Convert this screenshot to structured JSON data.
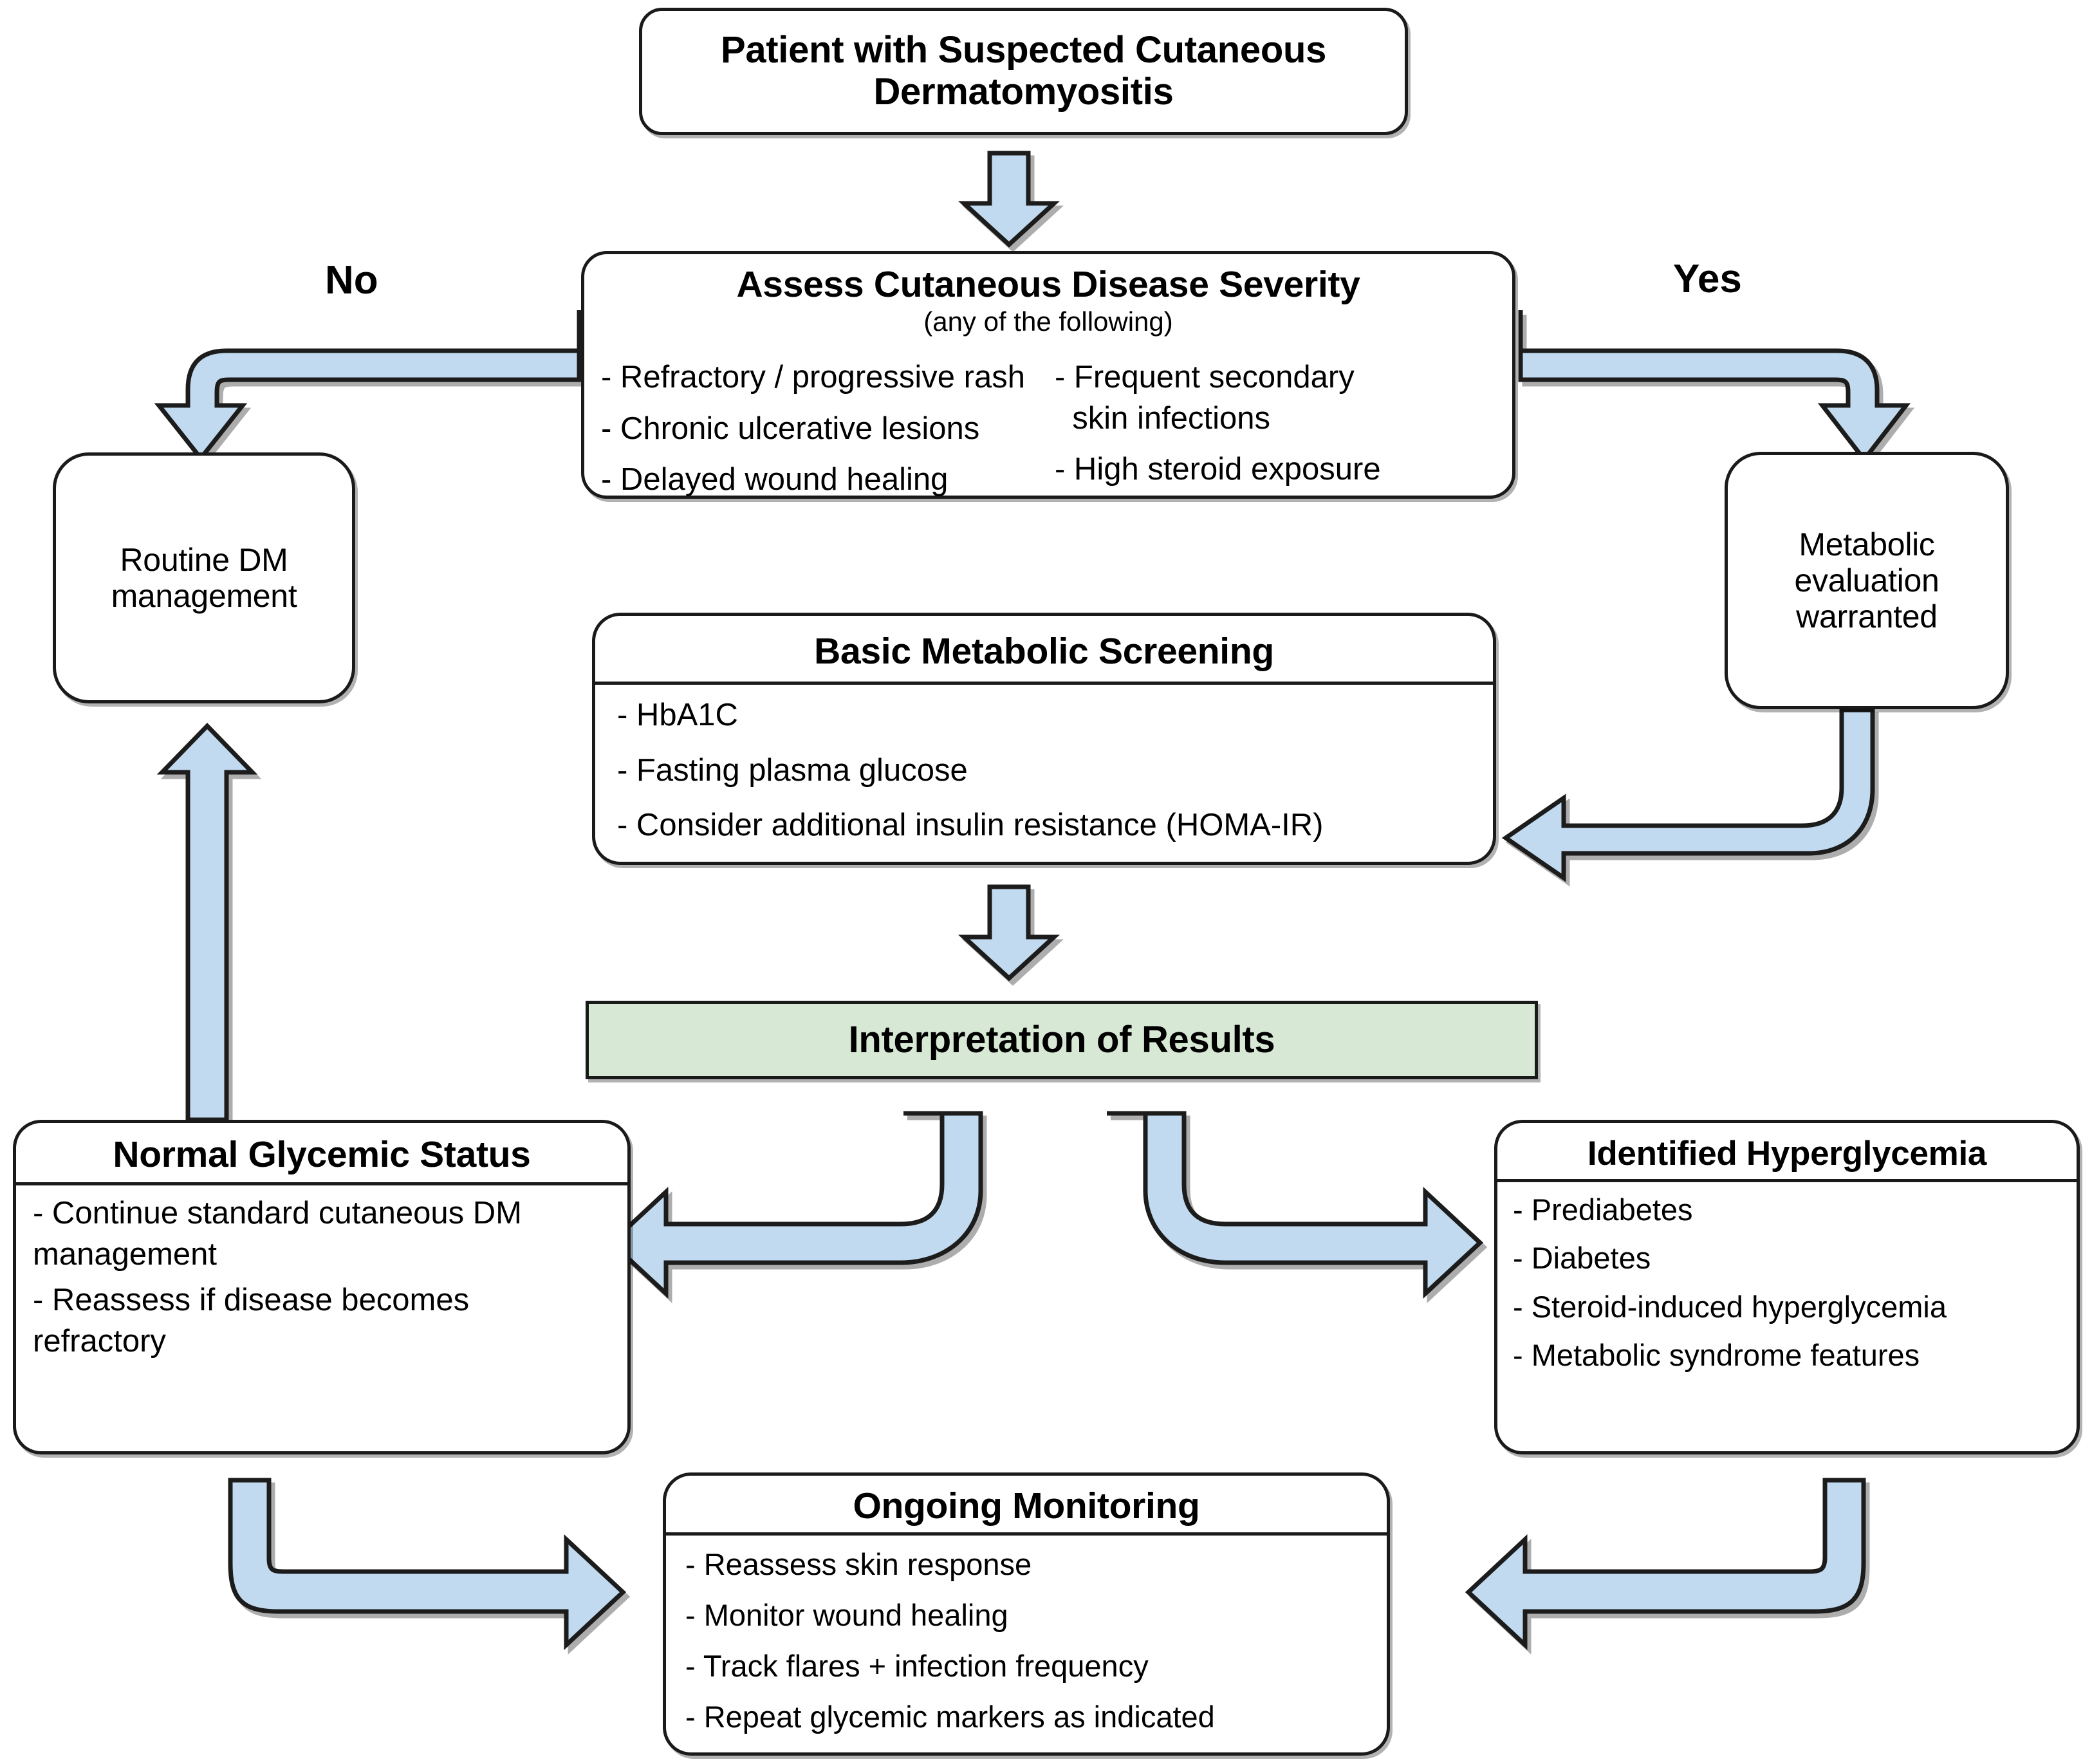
{
  "diagram": {
    "title_node": {
      "label": "Patient with Suspected Cutaneous Dermatomyositis"
    },
    "assess": {
      "title": "Assess Cutaneous Disease Severity",
      "subtitle": "(any of the following)",
      "left_items": [
        "- Refractory / progressive rash",
        "- Chronic ulcerative lesions",
        "- Delayed wound healing"
      ],
      "right_items": [
        "- Frequent secondary\n  skin infections",
        "- High steroid exposure"
      ]
    },
    "routine": {
      "label": "Routine DM management"
    },
    "metabolic": {
      "label": "Metabolic evaluation warranted"
    },
    "screening": {
      "title": "Basic Metabolic Screening",
      "items": [
        "- HbA1C",
        "- Fasting plasma glucose",
        "- Consider additional insulin resistance (HOMA-IR)"
      ]
    },
    "interpretation": {
      "title": "Interpretation of Results"
    },
    "normal": {
      "title": "Normal Glycemic Status",
      "items": [
        "- Continue standard cutaneous DM management",
        "- Reassess if disease becomes refractory"
      ]
    },
    "hyper": {
      "title": "Identified Hyperglycemia",
      "items": [
        "- Prediabetes",
        "- Diabetes",
        "- Steroid-induced hyperglycemia",
        "- Metabolic syndrome features"
      ]
    },
    "ongoing": {
      "title": "Ongoing Monitoring",
      "items": [
        "- Reassess skin response",
        "- Monitor wound healing",
        "- Track flares + infection frequency",
        "- Repeat glycemic markers as indicated"
      ]
    },
    "edges": {
      "no_label": "No",
      "yes_label": "Yes"
    },
    "colors": {
      "arrow_fill": "#c2daf0",
      "arrow_stroke": "#1a1a1a",
      "interpretation_fill": "#d7e9d5",
      "node_fill": "#ffffff",
      "node_stroke": "#1a1a1a",
      "text": "#000000"
    }
  }
}
